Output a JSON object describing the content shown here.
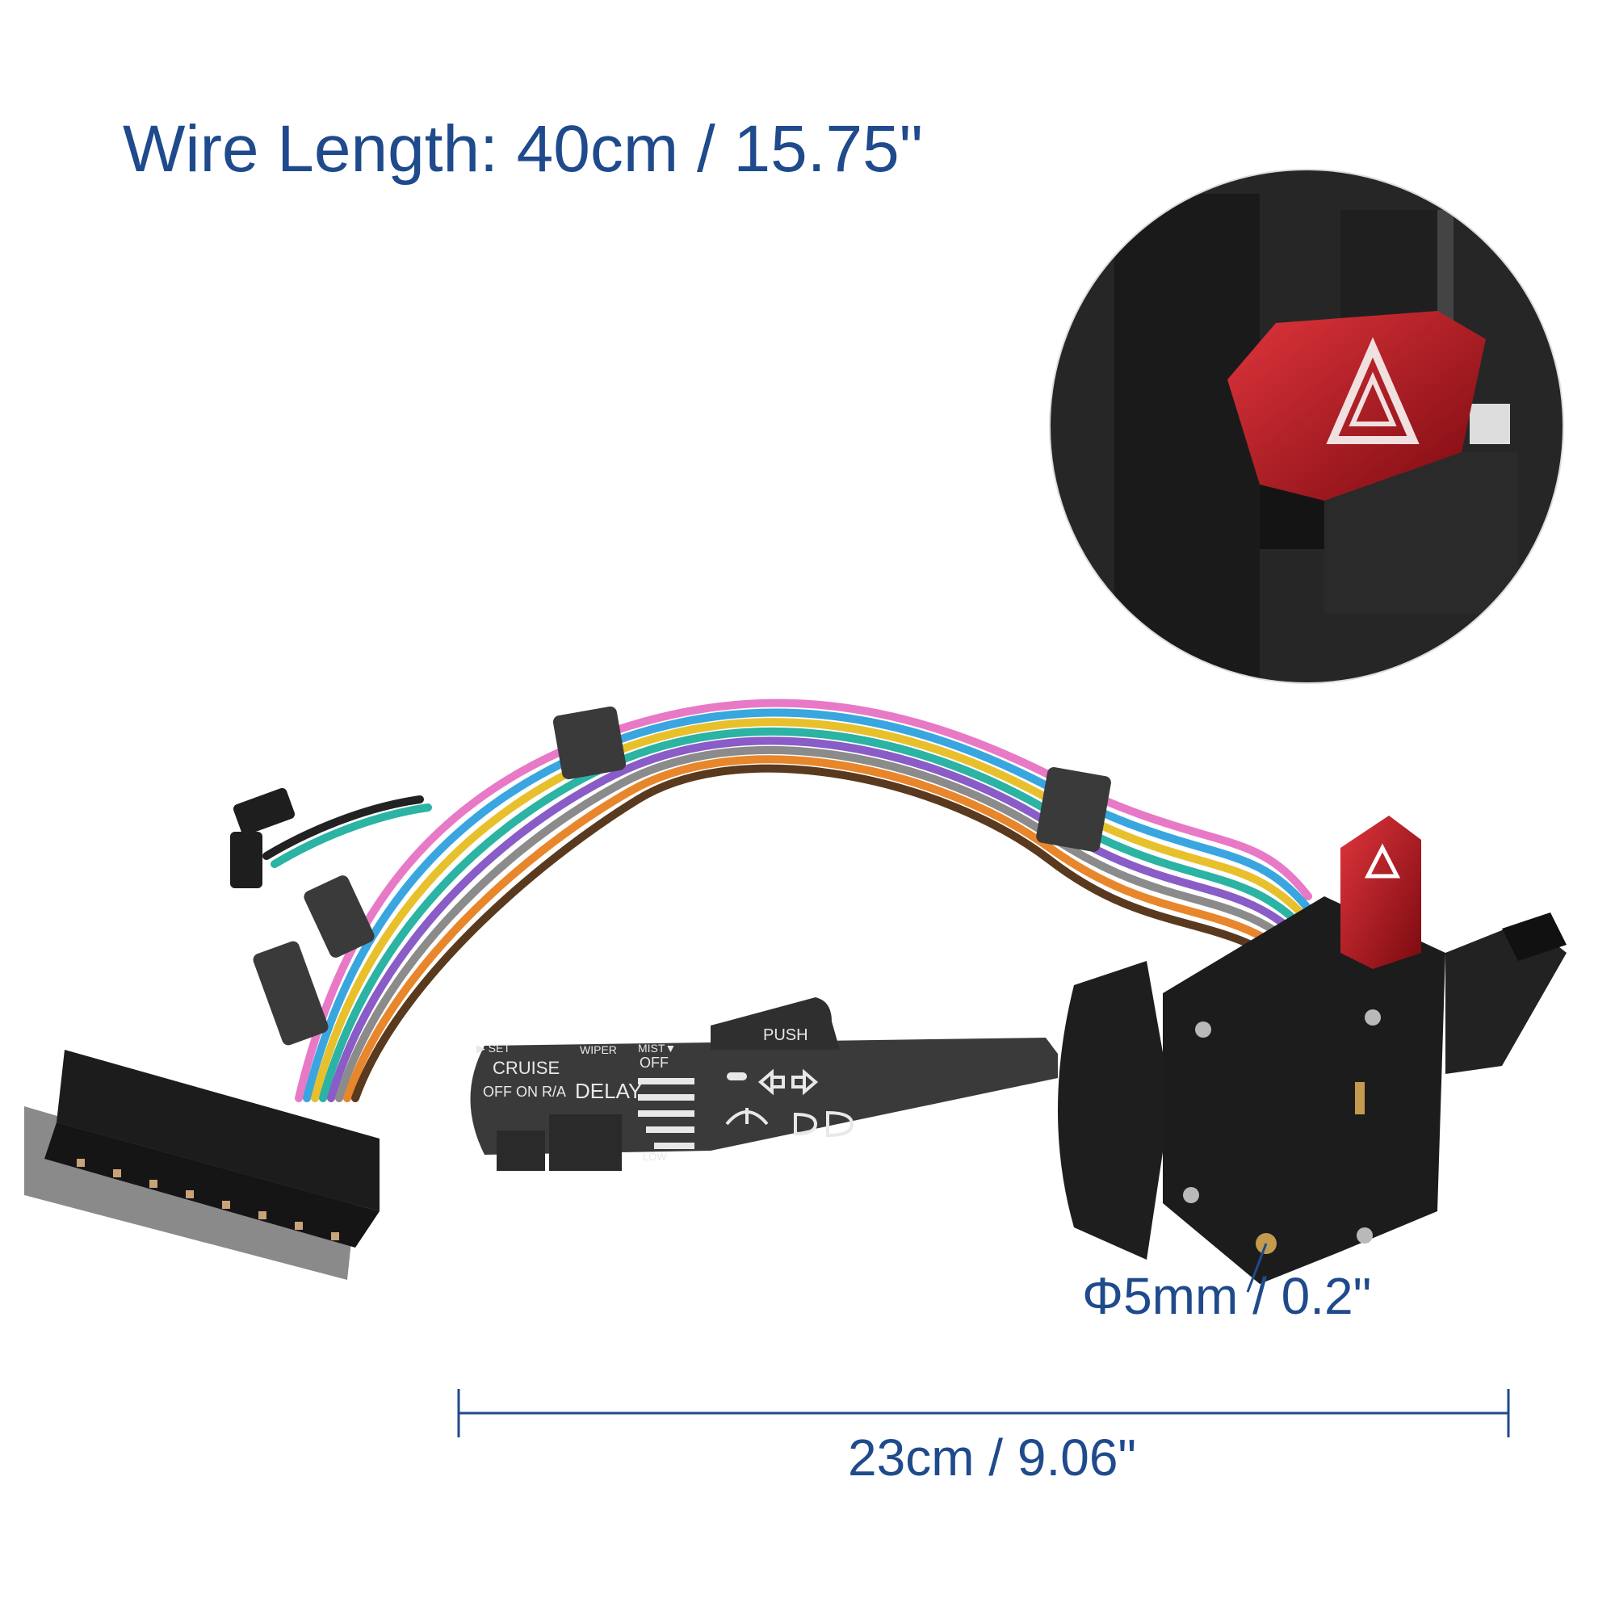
{
  "labels": {
    "wire_length": "Wire Length: 40cm / 15.75\"",
    "hole_diameter": "Φ5mm / 0.2\"",
    "overall_width": "23cm / 9.06\""
  },
  "stalk_markings": {
    "set": "▶ SET",
    "cruise": "CRUISE",
    "cruise_modes": "OFF ON R/A",
    "wiper": "WIPER",
    "delay": "DELAY",
    "mist": "MIST▼",
    "off": "OFF",
    "push": "PUSH",
    "low": "LOW"
  },
  "colors": {
    "label_blue": "#1f4a8c",
    "hazard_red": "#b3141c",
    "body_black": "#1c1c1c",
    "stalk_gray": "#3a3a3a",
    "connector_gray": "#8a8a8a"
  },
  "icons": {
    "hazard": "hazard-triangle-icon",
    "wiper": "wiper-icon",
    "turn_signal": "turn-arrows-icon",
    "headlamp": "headlamp-icon"
  }
}
